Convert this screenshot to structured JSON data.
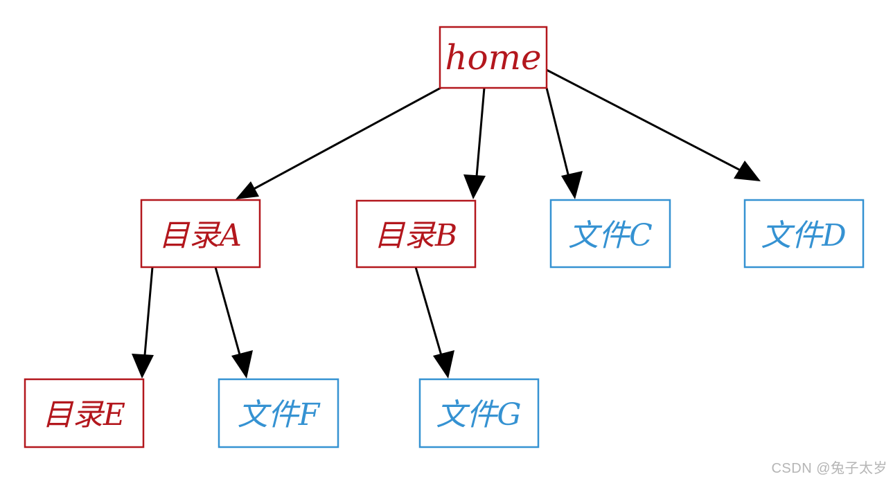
{
  "colors": {
    "directory": "#b3171d",
    "file": "#3592d2",
    "edge": "#000000",
    "watermark": "#b5b5b5"
  },
  "nodes": {
    "home": {
      "label": "home",
      "kind": "directory"
    },
    "dir_a": {
      "label": "目录A",
      "kind": "directory"
    },
    "dir_b": {
      "label": "目录B",
      "kind": "directory"
    },
    "file_c": {
      "label": "文件C",
      "kind": "file"
    },
    "file_d": {
      "label": "文件D",
      "kind": "file"
    },
    "dir_e": {
      "label": "目录E",
      "kind": "directory"
    },
    "file_f": {
      "label": "文件F",
      "kind": "file"
    },
    "file_g": {
      "label": "文件G",
      "kind": "file"
    }
  },
  "edges": [
    {
      "from": "home",
      "to": "dir_a"
    },
    {
      "from": "home",
      "to": "dir_b"
    },
    {
      "from": "home",
      "to": "file_c"
    },
    {
      "from": "home",
      "to": "file_d"
    },
    {
      "from": "dir_a",
      "to": "dir_e"
    },
    {
      "from": "dir_a",
      "to": "file_f"
    },
    {
      "from": "dir_b",
      "to": "file_g"
    }
  ],
  "watermark": "CSDN @兔子太岁"
}
